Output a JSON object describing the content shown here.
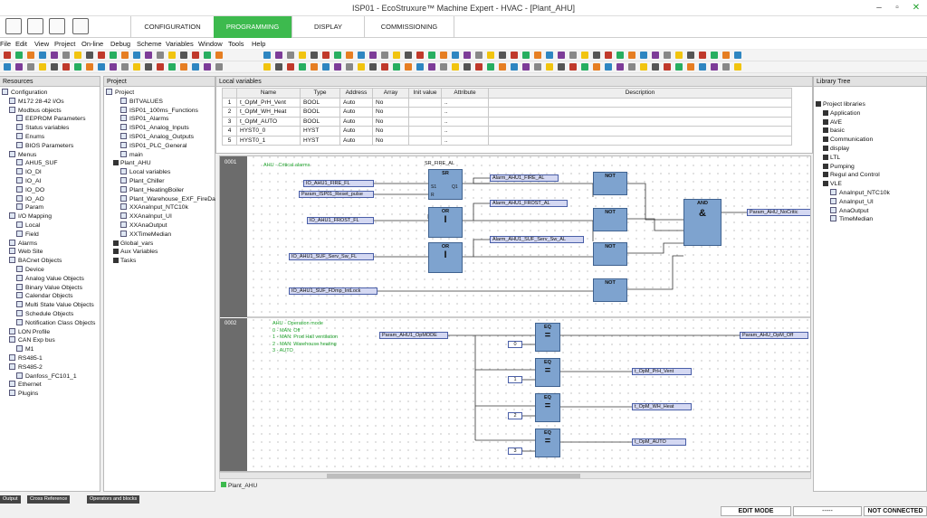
{
  "app_title": "ISP01 - EcoStruxure™ Machine Expert - HVAC - [Plant_AHU]",
  "mode_tabs": [
    "CONFIGURATION",
    "PROGRAMMING",
    "DISPLAY",
    "COMMISSIONING"
  ],
  "active_mode": "PROGRAMMING",
  "menus": [
    "File",
    "Edit",
    "View",
    "Project",
    "On-line",
    "Debug",
    "Scheme",
    "Variables",
    "Window",
    "Tools",
    "Help"
  ],
  "resources_panel": {
    "title": "Resources",
    "items": [
      "Configuration",
      "M172 28-42 I/Os",
      "Modbus objects",
      "EEPROM Parameters",
      "Status variables",
      "Enums",
      "BIOS Parameters",
      "Menus",
      "AHU5_SUF",
      "IO_DI",
      "IO_AI",
      "IO_DO",
      "IO_AO",
      "Param",
      "I/O Mapping",
      "Local",
      "Field",
      "Alarms",
      "Web Site",
      "BACnet Objects",
      "Device",
      "Analog Value Objects",
      "Binary Value Objects",
      "Calendar Objects",
      "Multi State Value Objects",
      "Schedule Objects",
      "Notification Class Objects",
      "LON Profile",
      "CAN Exp bus",
      "M1",
      "RS485-1",
      "RS485-2",
      "Danfoss_FC101_1",
      "Ethernet",
      "Plugins"
    ]
  },
  "project_panel": {
    "title": "Project",
    "items": [
      "Project",
      "BITVALUES",
      "ISP01_100ms_Functions",
      "ISP01_Alarms",
      "ISP01_Analog_Inputs",
      "ISP01_Analog_Outputs",
      "ISP01_PLC_General",
      "main",
      "Plant_AHU",
      "Local variables",
      "Plant_Chiller",
      "Plant_HeatingBoiler",
      "Plant_Warehouse_EXF_FireDa",
      "XXAnaInput_NTC10k",
      "XXAnaInput_UI",
      "XXAnaOutput",
      "XXTimeMedian",
      "Global_vars",
      "Aux Variables",
      "Tasks"
    ]
  },
  "local_vars": {
    "title": "Local variables",
    "columns": [
      "Name",
      "Type",
      "Address",
      "Array",
      "Init value",
      "Attribute",
      "Description"
    ],
    "rows": [
      [
        "1",
        "t_OpM_PrH_Vent",
        "BOOL",
        "Auto",
        "No",
        "",
        "..",
        ""
      ],
      [
        "2",
        "t_OpM_WH_Heat",
        "BOOL",
        "Auto",
        "No",
        "",
        "..",
        ""
      ],
      [
        "3",
        "t_OpM_AUTO",
        "BOOL",
        "Auto",
        "No",
        "",
        "..",
        ""
      ],
      [
        "4",
        "HYST0_0",
        "HYST",
        "Auto",
        "No",
        "",
        "..",
        ""
      ],
      [
        "5",
        "HYST0_1",
        "HYST",
        "Auto",
        "No",
        "",
        "..",
        ""
      ]
    ]
  },
  "library_panel": {
    "title": "Library Tree",
    "items": [
      "Project libraries",
      "Application",
      "AVE",
      "basic",
      "Communication",
      "display",
      "LTL",
      "Pumping",
      "Regul and Control",
      "VLE",
      "AnaInput_NTC10k",
      "AnaInput_UI",
      "AnaOutput",
      "TimeMedian"
    ]
  },
  "rung1": {
    "number": "0001",
    "comment": "AHU - Critical alarms",
    "fb_instance": "SR_FIRE_AL",
    "inputs": [
      "IO_AHU1_FIRE_FL",
      "Param_ISP01_Reset_pulse",
      "IO_AHU1_FROST_FL",
      "IO_AHU1_SUF_Serv_Sw_FL",
      "IO_AHU1_SUF_FDmp_IntLock"
    ],
    "outputs": [
      "Alarm_AHU1_FIRE_AL",
      "Alarm_AHU1_FROST_AL",
      "Alarm_AHU1_SUF_Serv_Sw_AL",
      "Param_AHU_NoCritic"
    ],
    "sr_pins": [
      "S1",
      "R",
      "Q1"
    ],
    "blocks": {
      "sr": "SR",
      "or": "OR",
      "or_sym": "I",
      "not": "NOT",
      "and": "AND",
      "and_sym": "&"
    }
  },
  "rung2": {
    "number": "0002",
    "comment": [
      "AHU - Operation mode",
      "0 - MAN: Off",
      "1 - MAN: Prod Hall ventilation",
      "2 - MAN: Warehouse heating",
      "3 - AUTO"
    ],
    "input": "Param_AHU1_OpMODE",
    "eq_label": "EQ",
    "eq_sym": "=",
    "constants": [
      "0",
      "1",
      "2",
      "3"
    ],
    "outputs": [
      "Param_AHU_OpM_Off",
      "t_OpM_PrH_Vent",
      "t_OpM_WH_Heat",
      "t_OpM_AUTO"
    ]
  },
  "diagram_tab": "Plant_AHU",
  "bottom_tabs": [
    "Output",
    "Cross Reference",
    "Operators and blocks"
  ],
  "status": {
    "mode": "EDIT MODE",
    "middle": "-----",
    "connection": "NOT CONNECTED"
  },
  "colors": {
    "accent": "#3dba4e",
    "block": "#7ea3cf",
    "var_box": "#d4d8f2",
    "comment": "#1fa12b"
  }
}
